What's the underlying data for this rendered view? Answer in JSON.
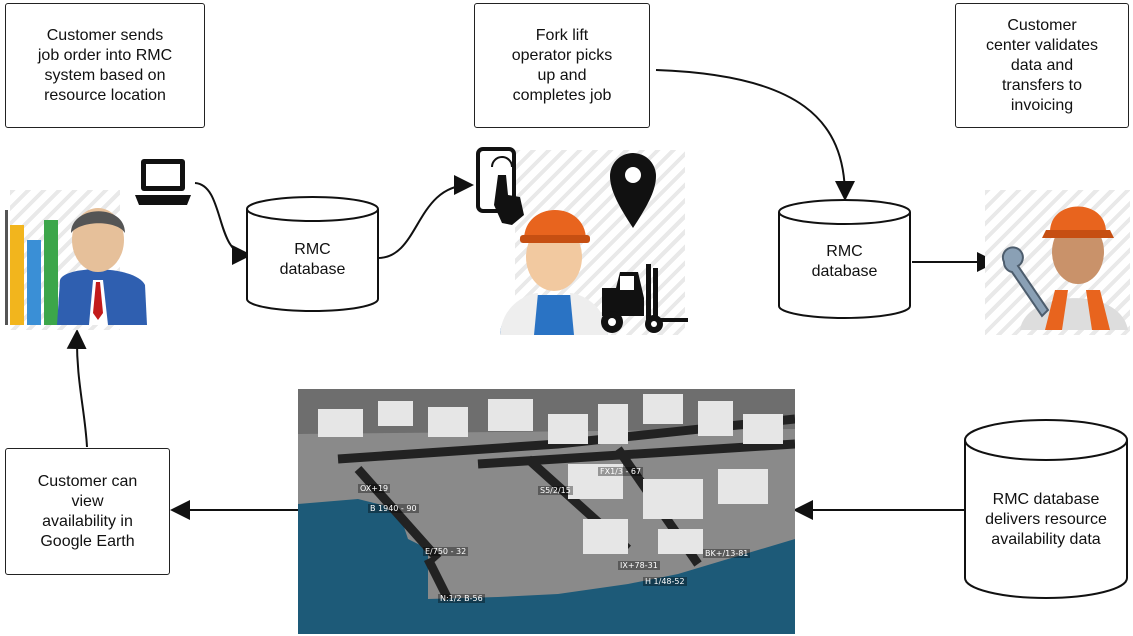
{
  "boxes": {
    "customer_sends": "Customer sends\njob order into RMC\nsystem based on\nresource location",
    "forklift_operator": "Fork lift\noperator picks\nup and\ncompletes job",
    "customer_center": "Customer\ncenter validates\ndata and\ntransfers to\ninvoicing",
    "customer_view": "Customer can\nview\navailability in\nGoogle Earth",
    "rmc_delivers": "RMC database\ndelivers resource\navailability data"
  },
  "databases": {
    "db1": "RMC\ndatabase",
    "db2": "RMC\ndatabase"
  },
  "map_labels": [
    "OX+19",
    "B 1940 - 90",
    "E/750 - 32",
    "S5/2/15",
    "FX1/3 - 67",
    "BK+/13-81",
    "IX+78-31",
    "H 1/48-52",
    "N:1/2 B-56"
  ],
  "colors": {
    "water": "#1d5a78",
    "land": "#8a8a8a",
    "building": "#e6e6e6",
    "road": "#222222",
    "helmet": "#e8641e",
    "overalls": "#2a73c4"
  },
  "icons": [
    "laptop-icon",
    "tablet-touch-icon",
    "map-pin-icon",
    "forklift-icon",
    "wrench-icon",
    "manager-person-icon",
    "worker-person-icon",
    "mechanic-person-icon"
  ]
}
